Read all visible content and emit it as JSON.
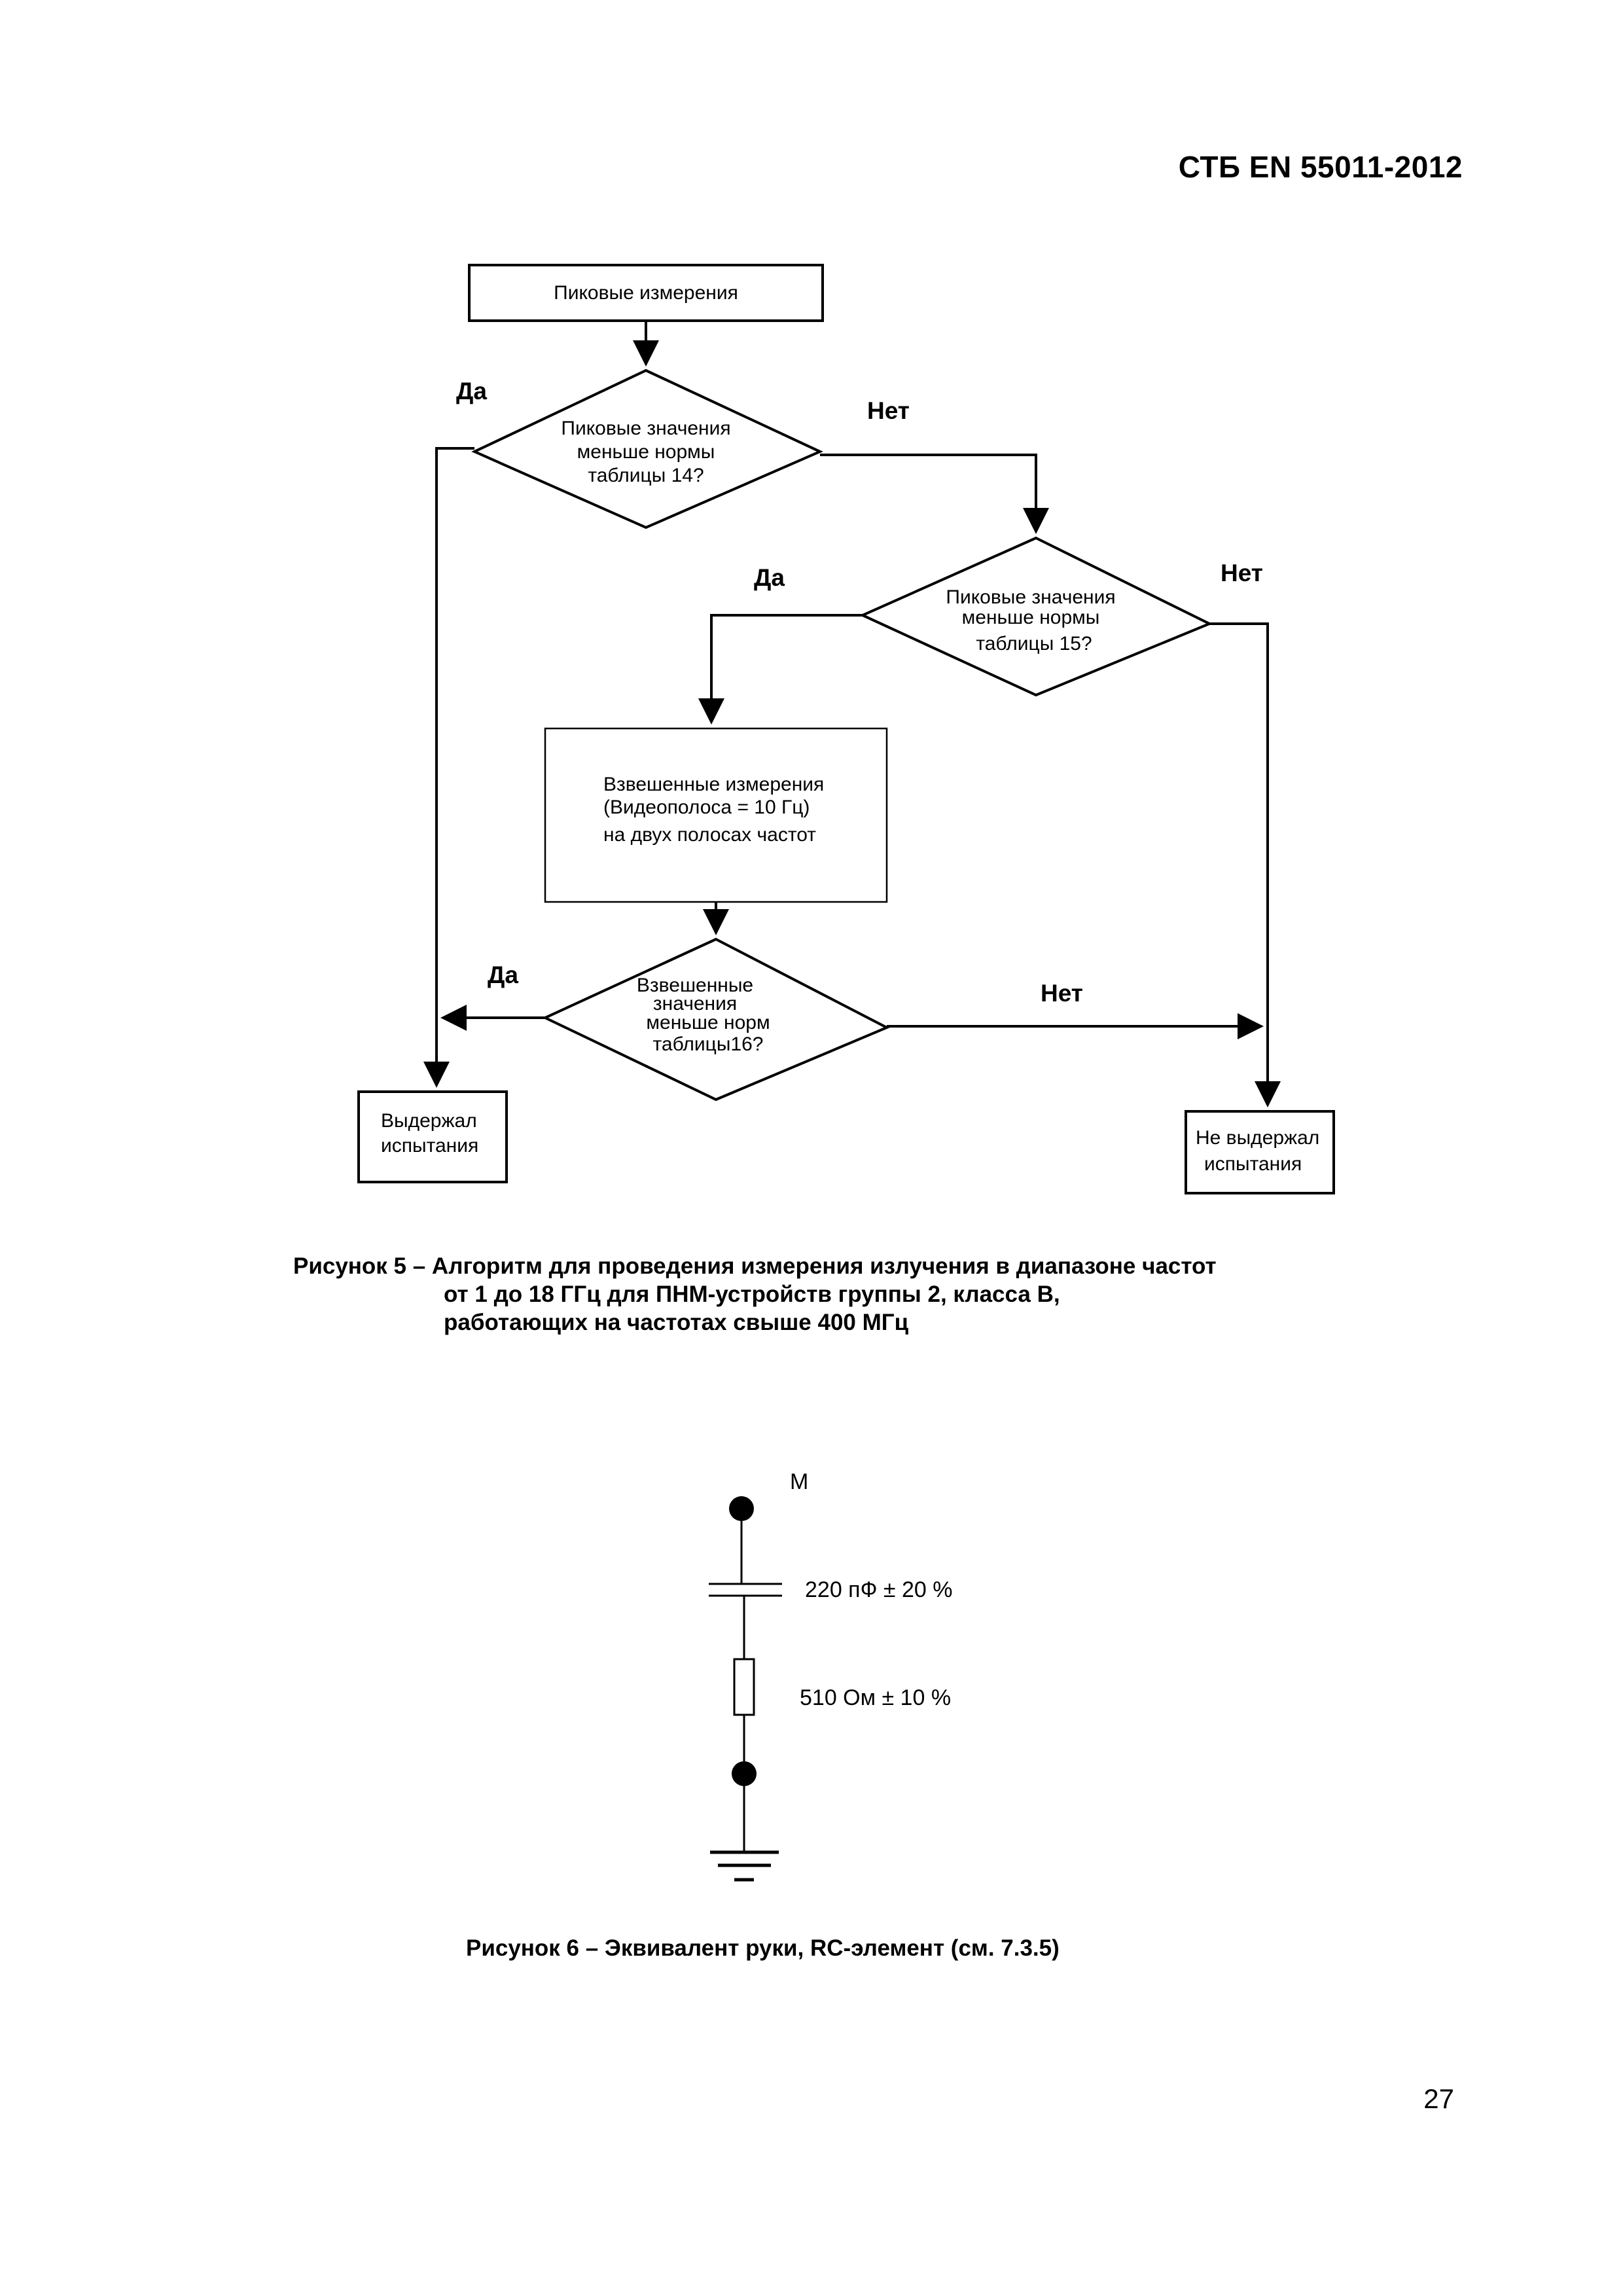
{
  "header": {
    "doc_code": "СТБ EN 55011-2012"
  },
  "flowchart": {
    "start": "Пиковые измерения",
    "decision_table14": [
      "Пиковые значения",
      "меньше нормы",
      "таблицы 14?"
    ],
    "decision_table15": [
      "Пиковые значения",
      "меньше нормы",
      "таблицы 15?"
    ],
    "weighted_box": [
      "Взвешенные измерения",
      "(Видеополоса = 10 Гц)",
      "на двух полосах частот"
    ],
    "decision_table16": [
      "Взвешенные",
      "значения",
      "меньше норм",
      "таблицы16?"
    ],
    "passed": [
      "Выдержал",
      "испытания"
    ],
    "failed": [
      "Не выдержал",
      "испытания"
    ],
    "labels": {
      "yes": "Да",
      "no": "Нет"
    }
  },
  "figure5_caption": [
    "Рисунок 5 – Алгоритм для проведения измерения излучения в диапазоне частот",
    "от 1 до 18 ГГц для ПНМ-устройств группы 2, класса B,",
    "работающих на частотах свыше 400 МГц"
  ],
  "circuit": {
    "terminal_label": "M",
    "capacitor_label": "220 пФ ± 20 %",
    "resistor_label": "510 Ом ± 10 %"
  },
  "figure6_caption": "Рисунок 6 – Эквивалент руки, RC-элемент (см. 7.3.5)",
  "page_number": "27"
}
